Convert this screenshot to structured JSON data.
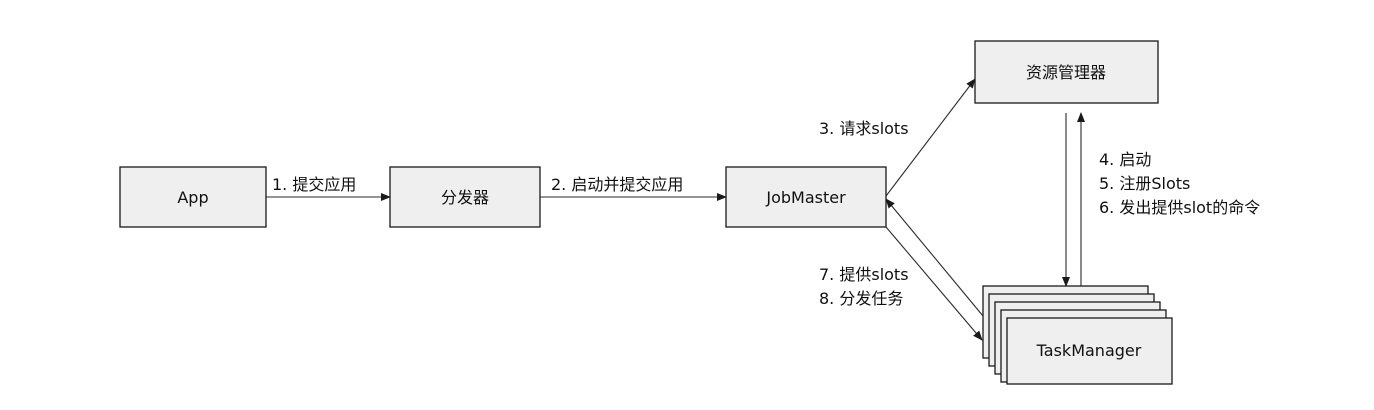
{
  "nodes": {
    "app": "App",
    "dispatcher": "分发器",
    "jobmaster": "JobMaster",
    "resource_manager": "资源管理器",
    "taskmanager": "TaskManager"
  },
  "edges": {
    "submit": "1. 提交应用",
    "start_submit": "2. 启动并提交应用",
    "request_slots": "3. 请求slots",
    "rm_tm_lines": [
      "4. 启动",
      "5. 注册Slots",
      "6. 发出提供slot的命令"
    ],
    "tm_jm_lines": [
      "7. 提供slots",
      "8. 分发任务"
    ]
  }
}
